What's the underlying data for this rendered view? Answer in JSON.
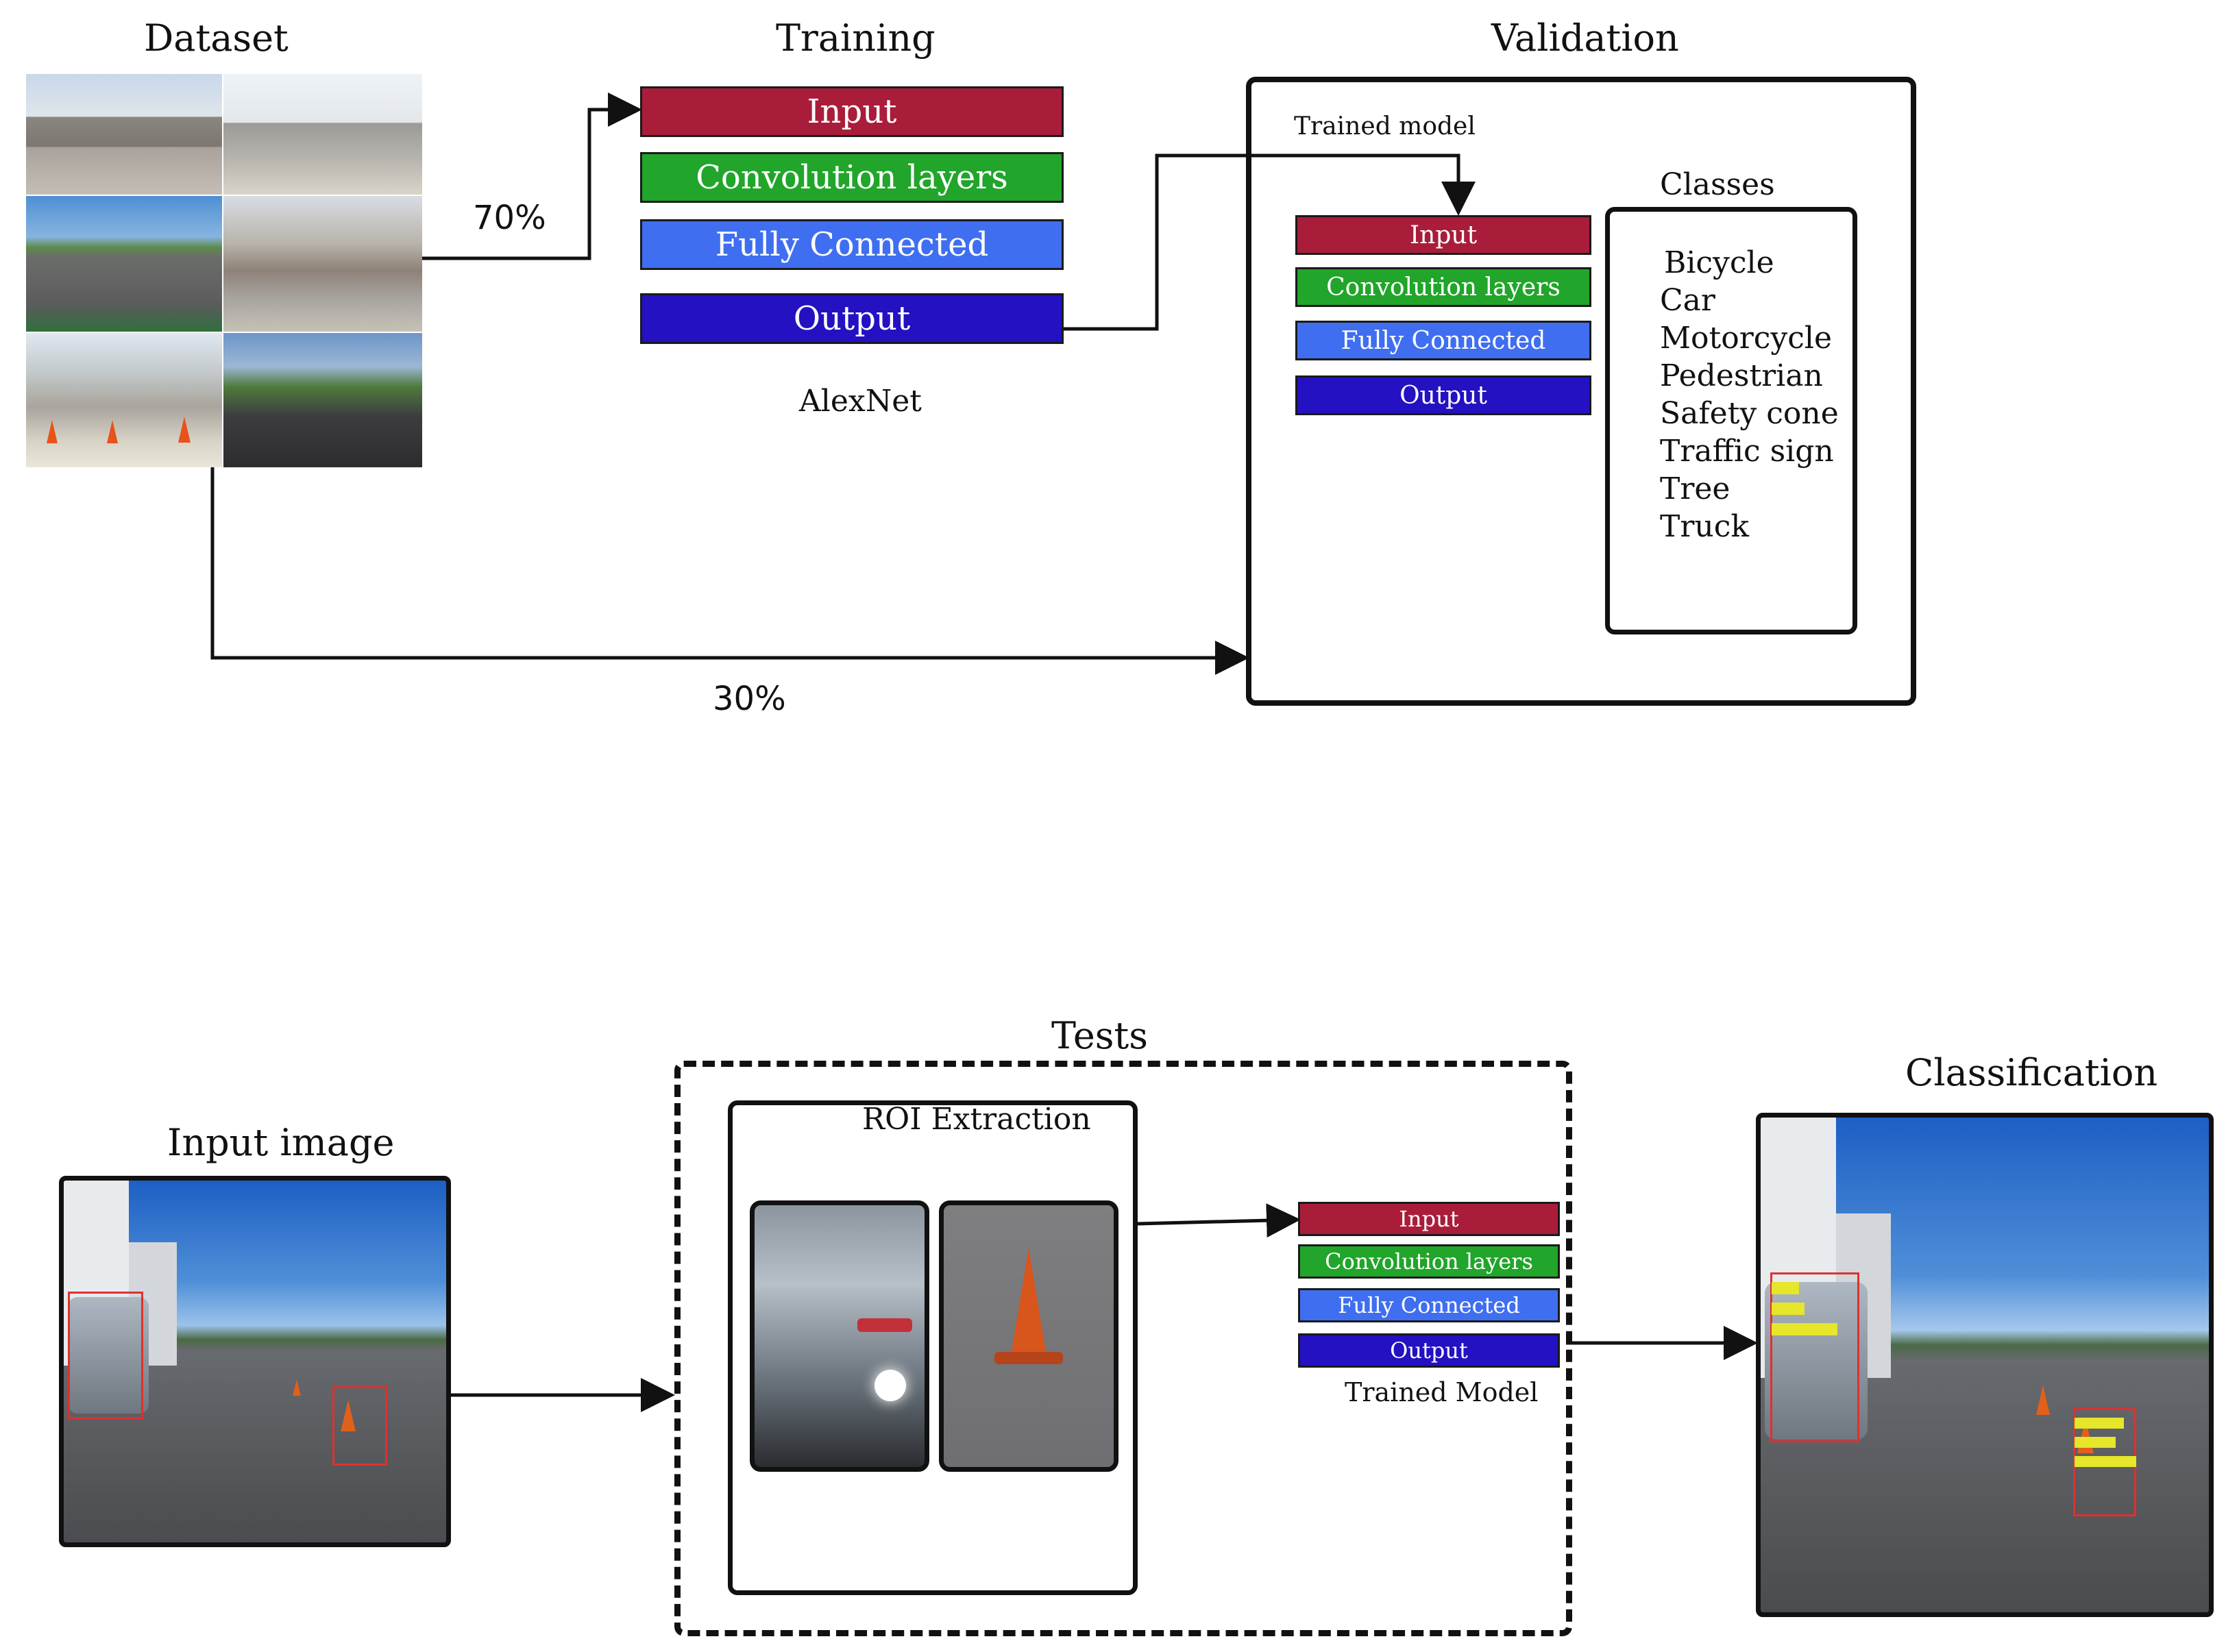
{
  "sections": {
    "dataset": "Dataset",
    "training": "Training",
    "validation": "Validation",
    "tests": "Tests",
    "input_image": "Input image",
    "classification": "Classification"
  },
  "splits": {
    "train": "70%",
    "validation": "30%"
  },
  "network_layers": {
    "input": "Input",
    "conv": "Convolution layers",
    "fc": "Fully Connected",
    "output": "Output"
  },
  "labels": {
    "alexnet": "AlexNet",
    "trained_model": "Trained model",
    "trained_model_tests": "Trained Model",
    "classes_title": "Classes",
    "roi_extraction": "ROI Extraction"
  },
  "classes": [
    "Bicycle",
    "Car",
    "Motorcycle",
    "Pedestrian",
    "Safety cone",
    "Traffic sign",
    "Tree",
    "Truck"
  ],
  "colors": {
    "input": "#a91d3a",
    "conv": "#21a52a",
    "fc": "#3f6ef0",
    "output": "#2411c2",
    "detection_box": "#e03030",
    "detection_label": "#e6e62a"
  }
}
